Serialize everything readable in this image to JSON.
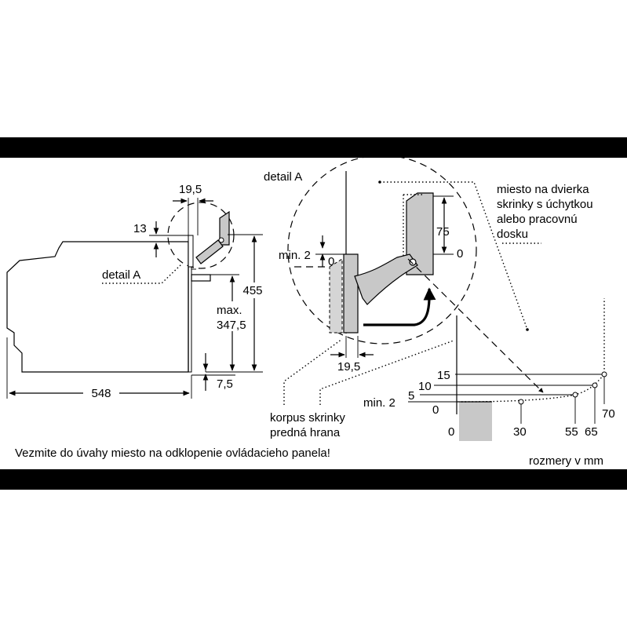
{
  "labels": {
    "dim_548": "548",
    "dim_455": "455",
    "dim_max": "max.",
    "dim_347_5": "347,5",
    "dim_13": "13",
    "dim_19_5_top": "19,5",
    "dim_7_5": "7,5",
    "detail_a_left": "detail A",
    "detail_a_title": "detail A",
    "dim_min2_detail": "min. 2",
    "dim_0_detail": "0",
    "dim_75": "75",
    "dim_0_right": "0",
    "dim_19_5_bottom": "19,5",
    "door_line1": "miesto na dvierka",
    "door_line2": "skrinky s úchytkou",
    "door_line3": "alebo pracovnú",
    "door_line4": "dosku",
    "corpus_line1": "korpus skrinky",
    "corpus_line2": "predná hrana",
    "graph_15": "15",
    "graph_10": "10",
    "graph_5": "5",
    "graph_min2": "min. 2",
    "graph_0": "0",
    "graph_x0": "0",
    "graph_x30": "30",
    "graph_x55": "55",
    "graph_x65": "65",
    "graph_x70": "70"
  },
  "footer": {
    "note": "Vezmite do úvahy miesto na odklopenie ovládacieho panela!",
    "units": "rozmery v mm"
  }
}
